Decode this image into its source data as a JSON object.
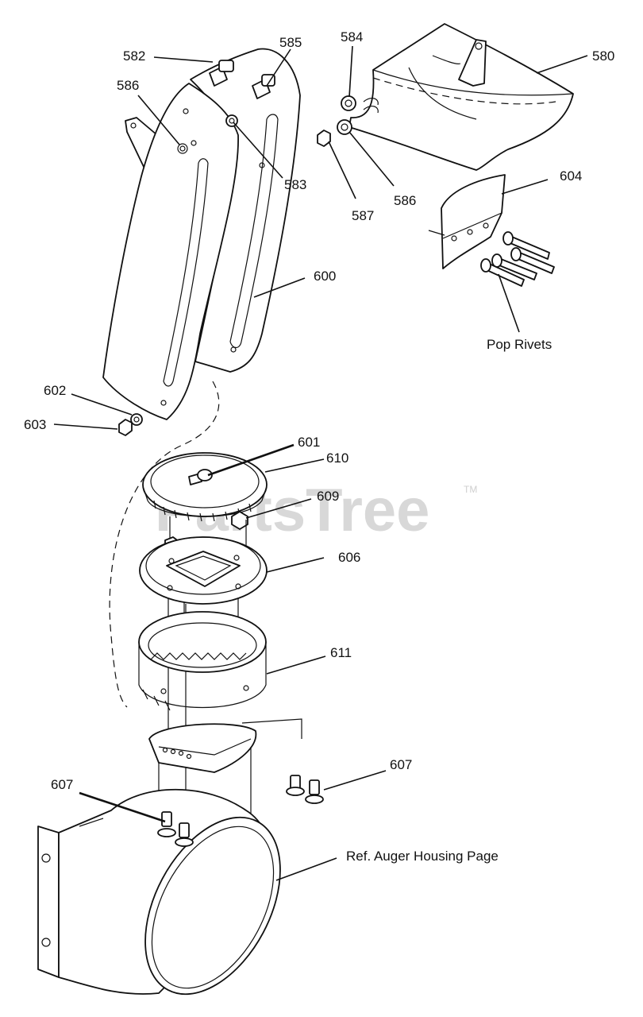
{
  "watermark": {
    "text": "PartsTree",
    "trademark": "TM"
  },
  "labels": {
    "p580": "580",
    "p582": "582",
    "p583": "583",
    "p584": "584",
    "p585": "585",
    "p586a": "586",
    "p586b": "586",
    "p587": "587",
    "p600": "600",
    "p601": "601",
    "p602": "602",
    "p603": "603",
    "p604": "604",
    "p606": "606",
    "p607a": "607",
    "p607b": "607",
    "p609": "609",
    "p610": "610",
    "p611": "611",
    "pop_rivets": "Pop Rivets",
    "ref_auger": "Ref. Auger Housing Page"
  }
}
